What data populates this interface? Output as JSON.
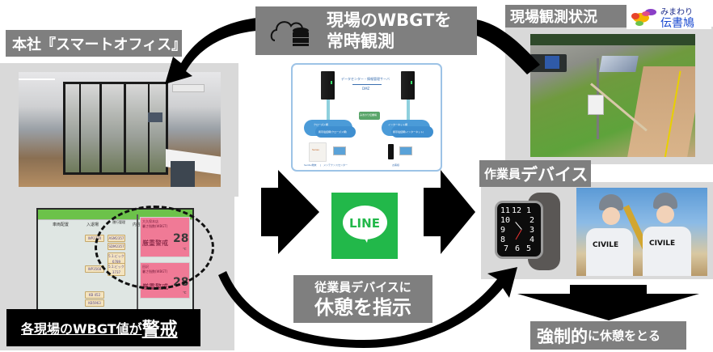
{
  "title_center": {
    "line1": "現場のWBGTを",
    "line2": "常時観測",
    "icon": "cloud-database-icon"
  },
  "office": {
    "label": "本社『スマートオフィス』",
    "photo_alt": "office-photo"
  },
  "site": {
    "label": "現場観測状況",
    "photo_alt": "site-sensor-photo"
  },
  "logo": {
    "line1": "みまわり",
    "line2": "伝書鳩"
  },
  "system_diagram": {
    "server_label": "データセンター・情報管理サーバ",
    "dmz_label": "DMZ",
    "cloud_left_1": "クローズド網",
    "cloud_left_2": "携帯電話網(クローズド網)",
    "cloud_right_1": "インターネット網",
    "cloud_right_2": "携帯電話網(インターネット)",
    "center_logo": "みまわり伝書鳩",
    "terminal_label": "SenSu端末",
    "divider": "|",
    "maintenance_label": "メンテナンスセンター",
    "customer_label": "お客様",
    "device_brand": "Sensu"
  },
  "line_app": {
    "label": "LINE",
    "color": "#22b84a"
  },
  "monitor_board": {
    "col_headers": [
      "車両配置",
      "入退場",
      "運行管理",
      "内容"
    ],
    "cells": [
      "WP2730",
      "WP3568",
      "KB 452",
      "KB5963",
      "ASM2357",
      "SDM2357",
      "5.1.ビック 6789",
      "5.1.ビック 3737"
    ],
    "alert_cards": [
      {
        "site": "大久保本店",
        "type": "暑さ指数(WBGT)",
        "status": "厳重警戒",
        "value": "28",
        "unit": "℃"
      },
      {
        "site": "田沢",
        "type": "暑さ指数(WBGT)",
        "status": "厳重警戒",
        "value": "28",
        "unit": "℃"
      }
    ],
    "caption_prefix": "各現場のWBGT値が",
    "caption_emph": "警戒"
  },
  "instruction": {
    "line1": "従業員デバイスに",
    "line2": "休憩を指示"
  },
  "worker_device": {
    "label_prefix": "作業員",
    "label_emph": "デバイス",
    "watch_numbers": [
      "11",
      "12",
      "1",
      "10",
      "2",
      "9",
      "3",
      "8",
      "4",
      "7",
      "6",
      "5"
    ],
    "shirt_text": "CIVILE"
  },
  "result": {
    "emph": "強制的",
    "rest": "に休憩をとる"
  },
  "colors": {
    "label_gray": "#7f7f7f",
    "panel_gray": "#d9d9d9",
    "arrow_black": "#000000",
    "alert_pink": "#f07a96",
    "board_green": "#6cc24a",
    "diagram_border": "#9dc3e6"
  }
}
